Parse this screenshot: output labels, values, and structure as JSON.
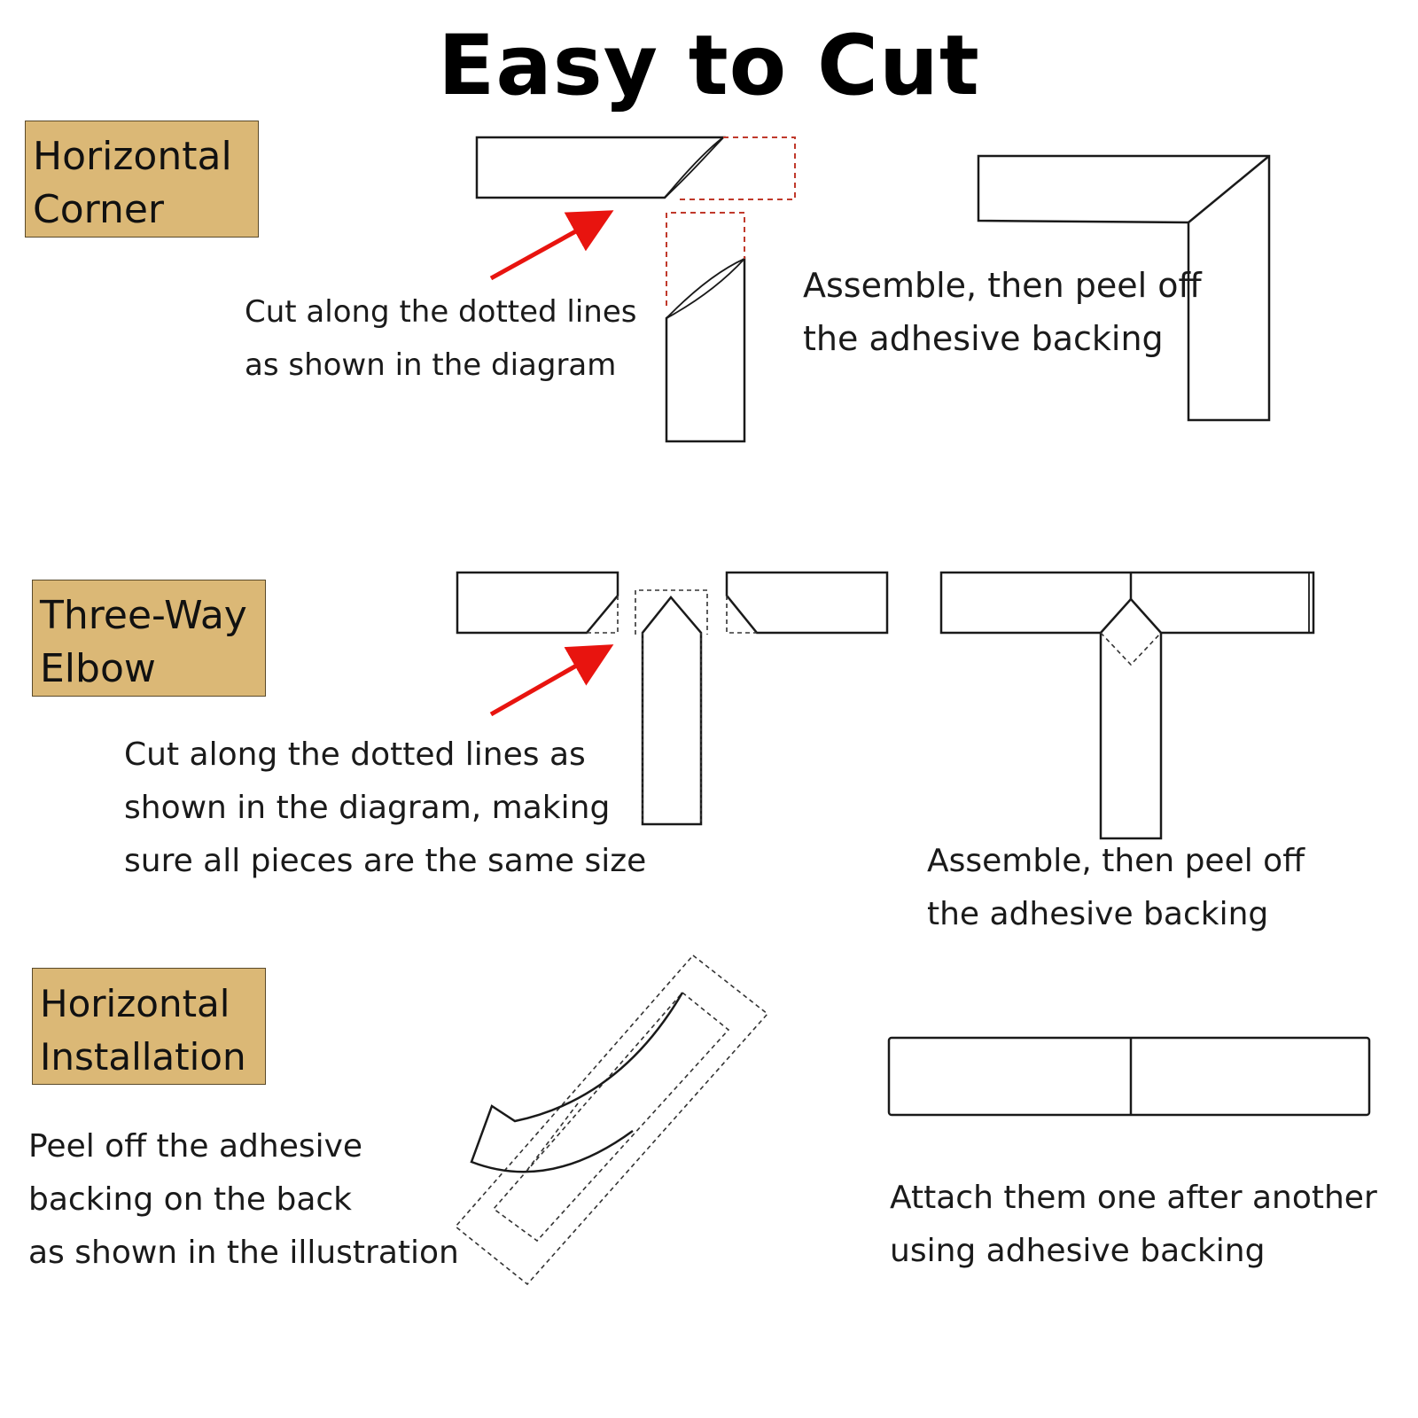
{
  "title": "Easy to Cut",
  "colors": {
    "tag_background": "#dbb876",
    "arrow": "#e8140f",
    "cut_guide_red": "#c0392b"
  },
  "sections": [
    {
      "tag_lines": [
        "Horizontal",
        "Corner"
      ],
      "left_caption_lines": [
        "Cut along the dotted lines",
        "as shown in the diagram"
      ],
      "right_caption_lines": [
        "Assemble, then peel off",
        "the adhesive backing"
      ]
    },
    {
      "tag_lines": [
        "Three-Way",
        "Elbow"
      ],
      "left_caption_lines": [
        "Cut along the dotted lines as",
        "shown in the diagram, making",
        "sure all pieces are the same size"
      ],
      "right_caption_lines": [
        "Assemble, then peel off",
        "the adhesive backing"
      ]
    },
    {
      "tag_lines": [
        "Horizontal",
        "Installation"
      ],
      "left_caption_lines": [
        "Peel off the adhesive",
        "backing on the back",
        "as shown in the illustration"
      ],
      "right_caption_lines": [
        "Attach them one after another",
        "using adhesive backing"
      ]
    }
  ]
}
